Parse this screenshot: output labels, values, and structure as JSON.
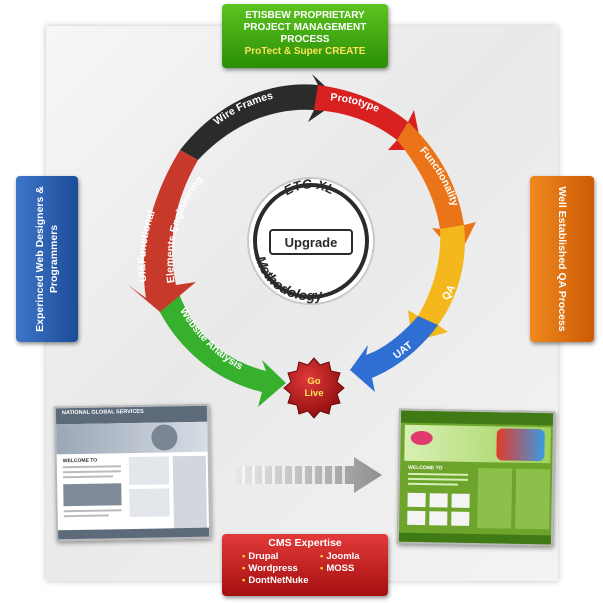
{
  "header_box": {
    "line1": "ETISBEW PROPRIETARY",
    "line2": "PROJECT MANAGEMENT",
    "line3": "PROCESS",
    "line4": "ProTect & Super CREATE"
  },
  "left_box": {
    "line1": "Experinced Web Designers &",
    "line2": "Programmers"
  },
  "right_box": {
    "line1": "Well Established QA Process"
  },
  "cms_box": {
    "title": "CMS Expertise",
    "items": [
      "Drupal",
      "Joomla",
      "Wordpress",
      "MOSS",
      "DontNetNuke"
    ]
  },
  "cycle": {
    "center_top": "ETG XL",
    "center_mid": "Upgrade",
    "center_bottom": "Methodology",
    "stages": [
      {
        "label": "Wire Frames",
        "color": "#2b2b2b"
      },
      {
        "label": "Prototype",
        "color": "#d92020"
      },
      {
        "label": "Functionality",
        "color": "#ea7417"
      },
      {
        "label": "QA",
        "color": "#f4b81c"
      },
      {
        "label": "UAT",
        "color": "#2f6fd4"
      },
      {
        "label": "Website Analysis",
        "color": "#37b02e"
      },
      {
        "label": "UI&Functional",
        "color": "#c7392a"
      },
      {
        "label": "Elements Engineering",
        "color": "#c7392a"
      }
    ],
    "seal_line1": "Go",
    "seal_line2": "Live"
  },
  "screens": {
    "left_site": "NATIONAL GLOBAL SERVICES",
    "left_heading": "WELCOME TO",
    "right_heading": "WELCOME TO"
  },
  "colors": {
    "green": "#2a8f06",
    "blue": "#1b4c98",
    "orange": "#cc5a06",
    "red": "#a40f0f",
    "accent_yellow": "#ffe35a"
  }
}
